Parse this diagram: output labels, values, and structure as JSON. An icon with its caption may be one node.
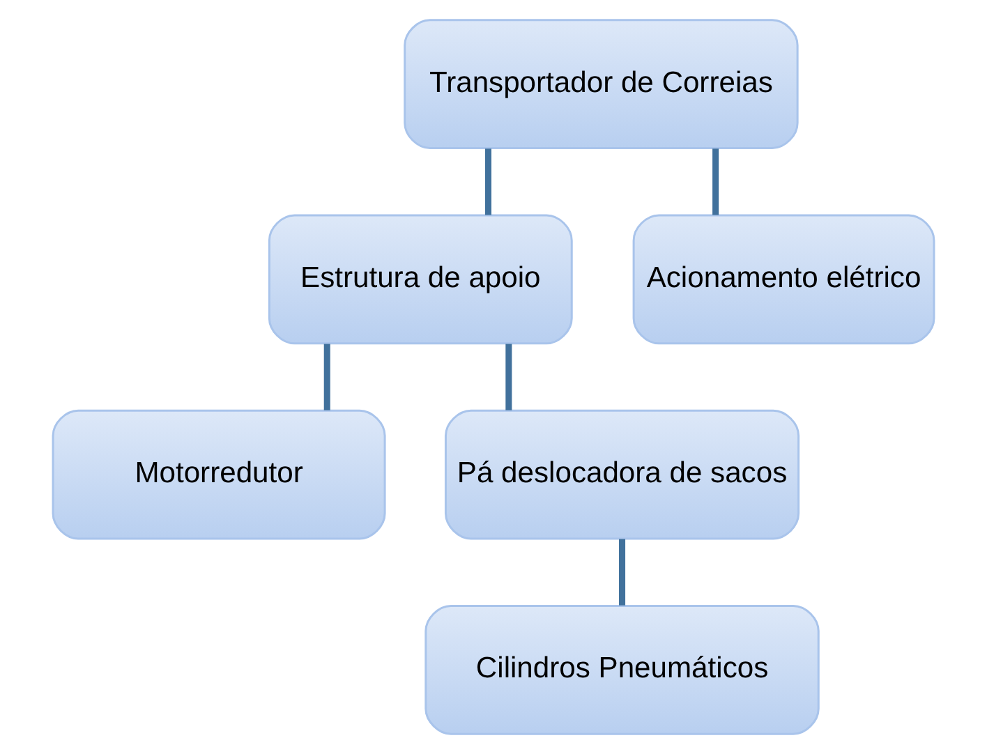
{
  "diagram": {
    "nodes": [
      {
        "text": [
          "Transportador de Correias"
        ]
      },
      {
        "text": [
          "Estrutura de apoio"
        ]
      },
      {
        "text": [
          "Acionamento elétrico"
        ]
      },
      {
        "text": [
          "Motorredutor"
        ]
      },
      {
        "text": [
          "Pá deslocadora de sacos"
        ]
      },
      {
        "text": [
          "Cilindros Pneumáticos"
        ]
      }
    ],
    "edges": [
      {
        "from": 0,
        "to": 1,
        "arrow": "none"
      },
      {
        "from": 0,
        "to": 2,
        "arrow": "none"
      },
      {
        "from": 1,
        "to": 3,
        "arrow": "none"
      },
      {
        "from": 1,
        "to": 4,
        "arrow": "none"
      },
      {
        "from": 4,
        "to": 5,
        "arrow": "none"
      }
    ]
  }
}
